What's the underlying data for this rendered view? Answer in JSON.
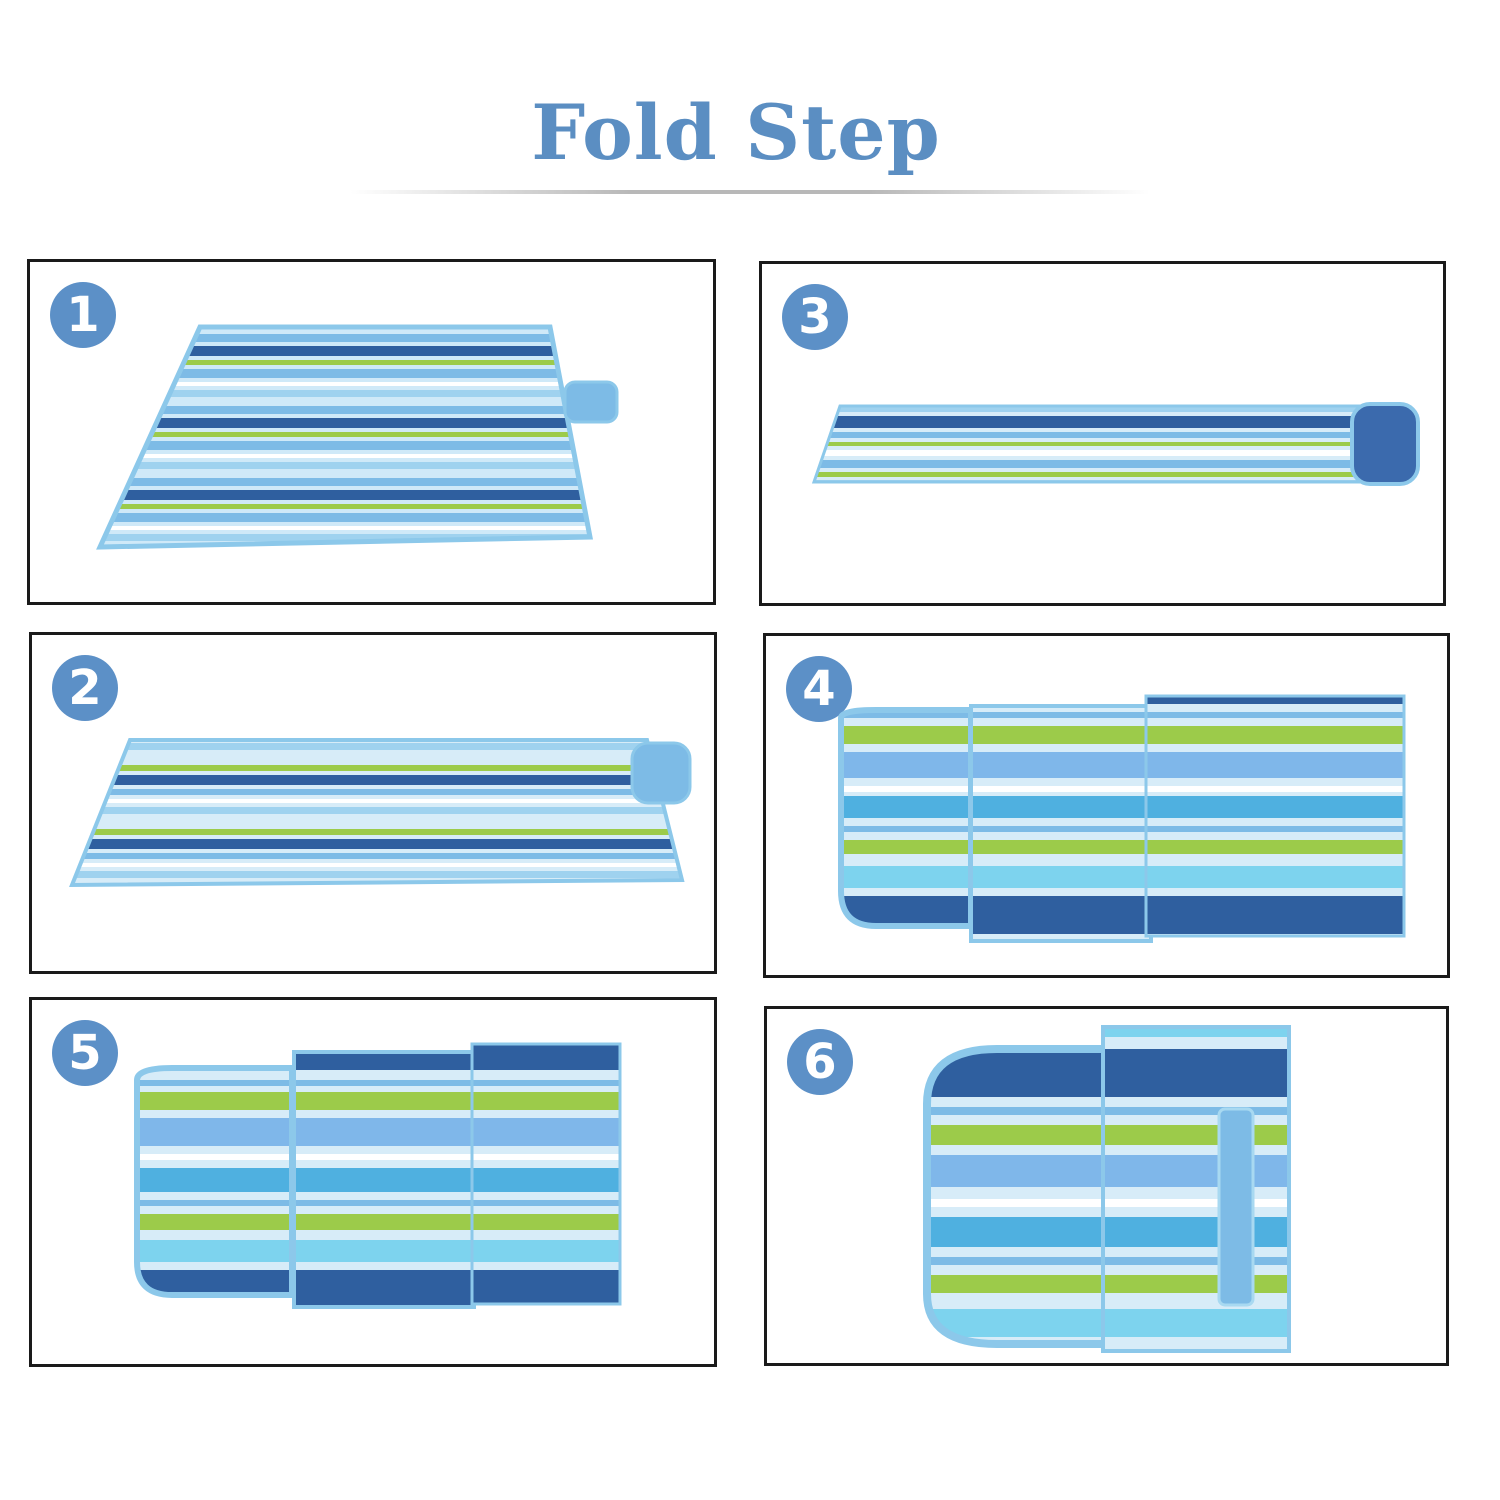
{
  "title": "Fold Step",
  "steps": [
    {
      "number": "1"
    },
    {
      "number": "2"
    },
    {
      "number": "3"
    },
    {
      "number": "4"
    },
    {
      "number": "5"
    },
    {
      "number": "6"
    }
  ],
  "colors": {
    "accent": "#5c90c7",
    "title": "#5b8ec2",
    "stripe_navy": "#2f5f9f",
    "stripe_sky": "#7dbbe6",
    "stripe_green": "#9ccb4a",
    "stripe_light": "#d7ecf8",
    "edge": "#8cc8ea"
  }
}
